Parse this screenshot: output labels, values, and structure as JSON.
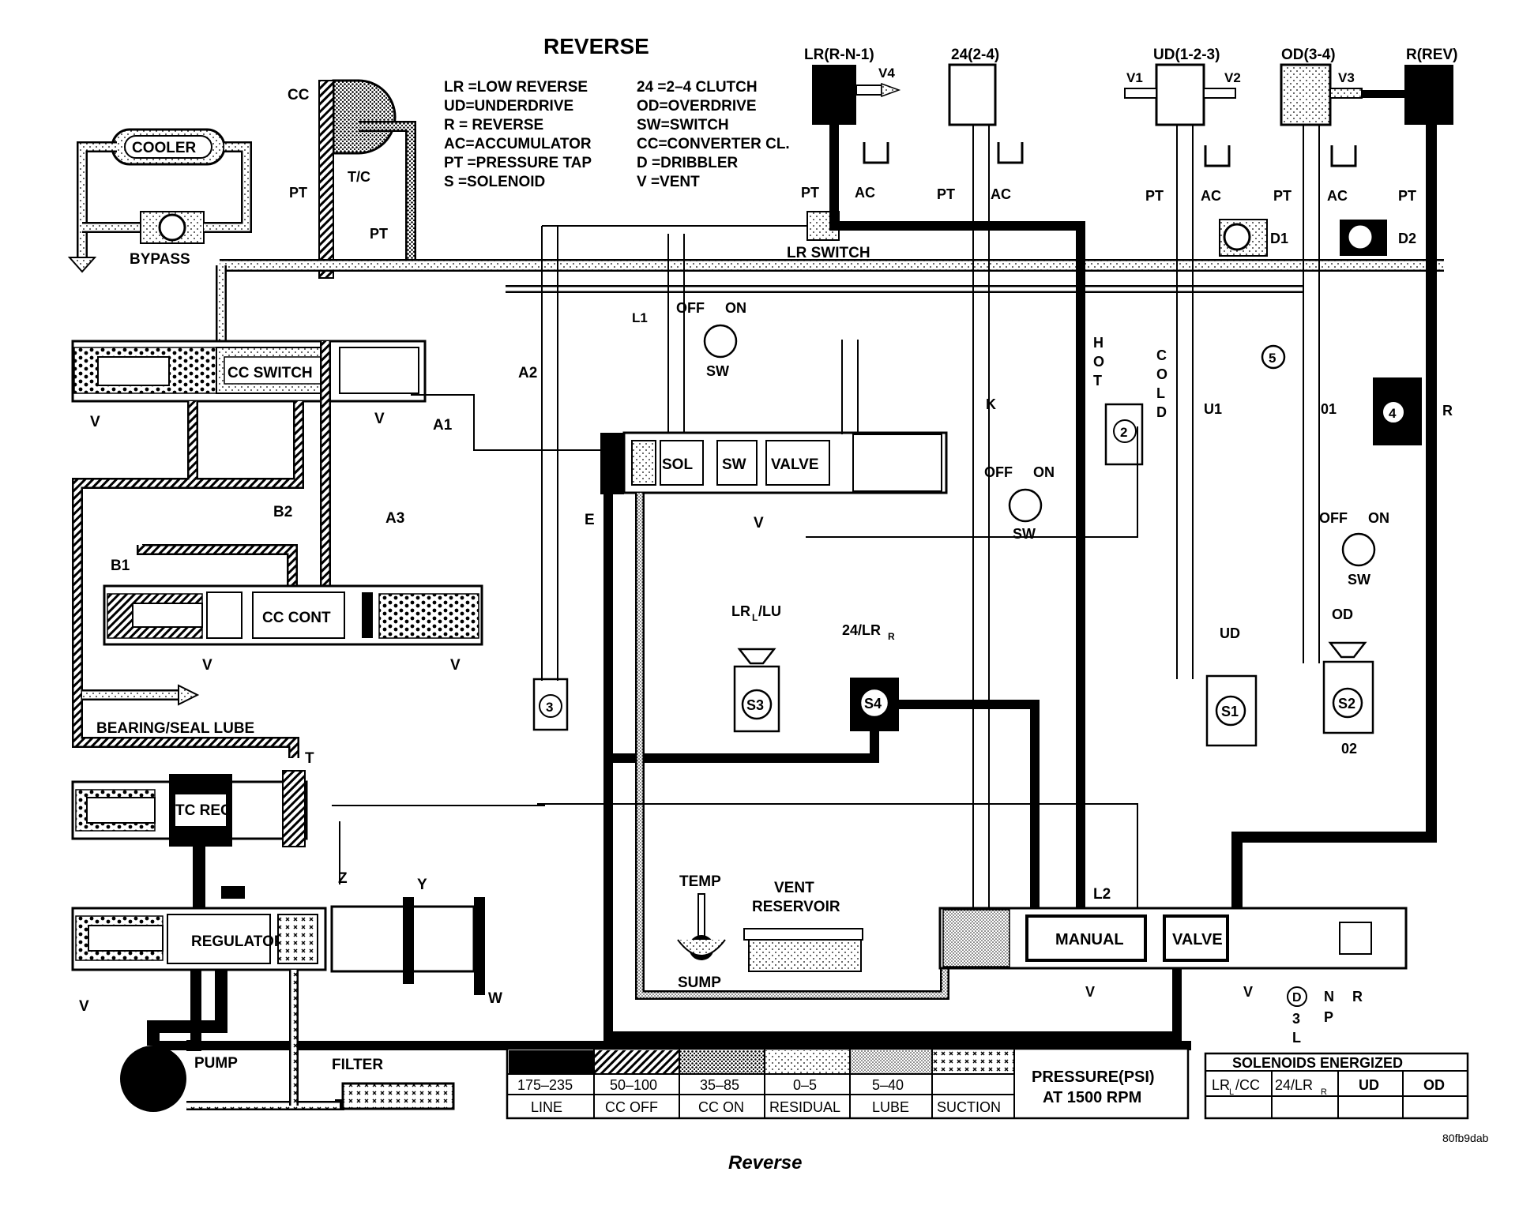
{
  "title": "REVERSE",
  "caption": "Reverse",
  "figure_code": "80fb9dab",
  "legend_abbreviations": [
    {
      "abbr": "LR",
      "meaning": "LOW REVERSE"
    },
    {
      "abbr": "UD",
      "meaning": "UNDERDRIVE"
    },
    {
      "abbr": "R",
      "meaning": "REVERSE"
    },
    {
      "abbr": "AC",
      "meaning": "ACCUMULATOR"
    },
    {
      "abbr": "PT",
      "meaning": "PRESSURE TAP"
    },
    {
      "abbr": "S",
      "meaning": "SOLENOID"
    },
    {
      "abbr": "24",
      "meaning": "2–4 CLUTCH"
    },
    {
      "abbr": "OD",
      "meaning": "OVERDRIVE"
    },
    {
      "abbr": "SW",
      "meaning": "SWITCH"
    },
    {
      "abbr": "CC",
      "meaning": "CONVERTER CL."
    },
    {
      "abbr": "D",
      "meaning": "DRIBBLER"
    },
    {
      "abbr": "V",
      "meaning": "VENT"
    }
  ],
  "legend_text": [
    "LR =LOW REVERSE",
    "UD=UNDERDRIVE",
    "R  = REVERSE",
    "AC=ACCUMULATOR",
    "PT =PRESSURE TAP",
    "S  =SOLENOID",
    "24  =2–4 CLUTCH",
    "OD=OVERDRIVE",
    "SW=SWITCH",
    "CC=CONVERTER CL.",
    "D  =DRIBBLER",
    "V  =VENT"
  ],
  "clutches": {
    "lr": "LR(R-N-1)",
    "c24": "24(2-4)",
    "ud": "UD(1-2-3)",
    "od": "OD(3-4)",
    "rev": "R(REV)"
  },
  "labels": {
    "cc": "CC",
    "tc": "T/C",
    "cooler": "COOLER",
    "bypass": "BYPASS",
    "pt": "PT",
    "ac": "AC",
    "v": "V",
    "v1": "V1",
    "v2": "V2",
    "v3": "V3",
    "v4": "V4",
    "lr_switch": "LR SWITCH",
    "d1": "D1",
    "d2": "D2",
    "cc_switch": "CC SWITCH",
    "l1": "L1",
    "off": "OFF",
    "on": "ON",
    "sw": "SW",
    "a1": "A1",
    "a2": "A2",
    "a3": "A3",
    "b1": "B1",
    "b2": "B2",
    "e": "E",
    "k": "K",
    "u1": "U1",
    "o1": "01",
    "o2": "02",
    "r": "R",
    "hot": [
      "H",
      "O",
      "T"
    ],
    "cold": [
      "C",
      "O",
      "L",
      "D"
    ],
    "sol": "SOL",
    "sw_valve": "SW",
    "valve": "VALVE",
    "cc_cont": "CC CONT",
    "lrlu": "LR",
    "lrlu_sub": "L",
    "lrlu_tail": "/LU",
    "s24lr": "24/LR",
    "s24lr_sub": "R",
    "ud": "UD",
    "od": "OD",
    "s1": "S1",
    "s2": "S2",
    "s3": "S3",
    "s4": "S4",
    "n2": "2",
    "n3": "3",
    "n4": "4",
    "n5": "5",
    "bearing": "BEARING/SEAL LUBE",
    "tc_reg": "TC REG",
    "t": "T",
    "z": "Z",
    "y": "Y",
    "w": "W",
    "l2": "L2",
    "regulator": "REGULATOR",
    "pump": "PUMP",
    "filter": "FILTER",
    "temp": "TEMP",
    "sump": "SUMP",
    "vent_res_1": "VENT",
    "vent_res_2": "RESERVOIR",
    "manual": "MANUAL",
    "manual_valve": "VALVE",
    "gear_d": "D",
    "gear_3": "3",
    "gear_l": "L",
    "gear_n": "N",
    "gear_p": "P",
    "gear_r": "R"
  },
  "pressure_legend": {
    "title_1": "PRESSURE(PSI)",
    "title_2": "AT 1500 RPM",
    "columns": [
      {
        "range": "175–235",
        "name": "LINE",
        "pattern": "solid"
      },
      {
        "range": "50–100",
        "name": "CC OFF",
        "pattern": "hatch"
      },
      {
        "range": "35–85",
        "name": "CC ON",
        "pattern": "dense-dots"
      },
      {
        "range": "0–5",
        "name": "RESIDUAL",
        "pattern": "sparse-dots"
      },
      {
        "range": "5–40",
        "name": "LUBE",
        "pattern": "fine-dots"
      },
      {
        "range": "",
        "name": "SUCTION",
        "pattern": "crosses"
      }
    ]
  },
  "solenoid_table": {
    "title": "SOLENOIDS ENERGIZED",
    "headers": [
      {
        "main": "LR",
        "sub": "L",
        "tail": "/CC"
      },
      {
        "main": "24/LR",
        "sub": "R",
        "tail": ""
      },
      {
        "main": "UD",
        "sub": "",
        "tail": ""
      },
      {
        "main": "OD",
        "sub": "",
        "tail": ""
      }
    ],
    "values": [
      "",
      "",
      "",
      ""
    ]
  }
}
